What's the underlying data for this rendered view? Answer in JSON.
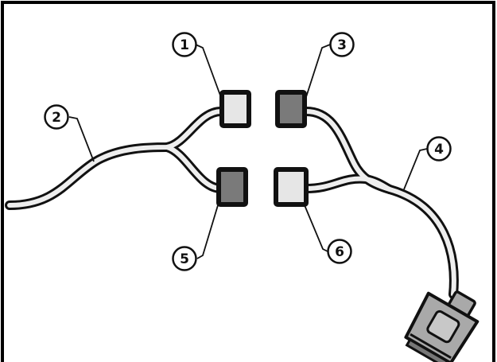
{
  "colors": {
    "background": "#ffffff",
    "border": "#000000",
    "cable_fill": "#eeeeee",
    "outline": "#111111",
    "connector_light": "#e6e6e6",
    "connector_dark": "#7a7a7a",
    "plug_fill": "#a9a9a9"
  },
  "callouts": [
    {
      "id": "1",
      "label": "1"
    },
    {
      "id": "2",
      "label": "2"
    },
    {
      "id": "3",
      "label": "3"
    },
    {
      "id": "4",
      "label": "4"
    },
    {
      "id": "5",
      "label": "5"
    },
    {
      "id": "6",
      "label": "6"
    }
  ],
  "icons": {
    "connector_1": "light-connector-icon",
    "connector_3": "dark-connector-icon",
    "connector_5": "dark-connector-icon",
    "connector_6": "light-connector-icon",
    "plug": "multi-pin-plug-icon"
  }
}
